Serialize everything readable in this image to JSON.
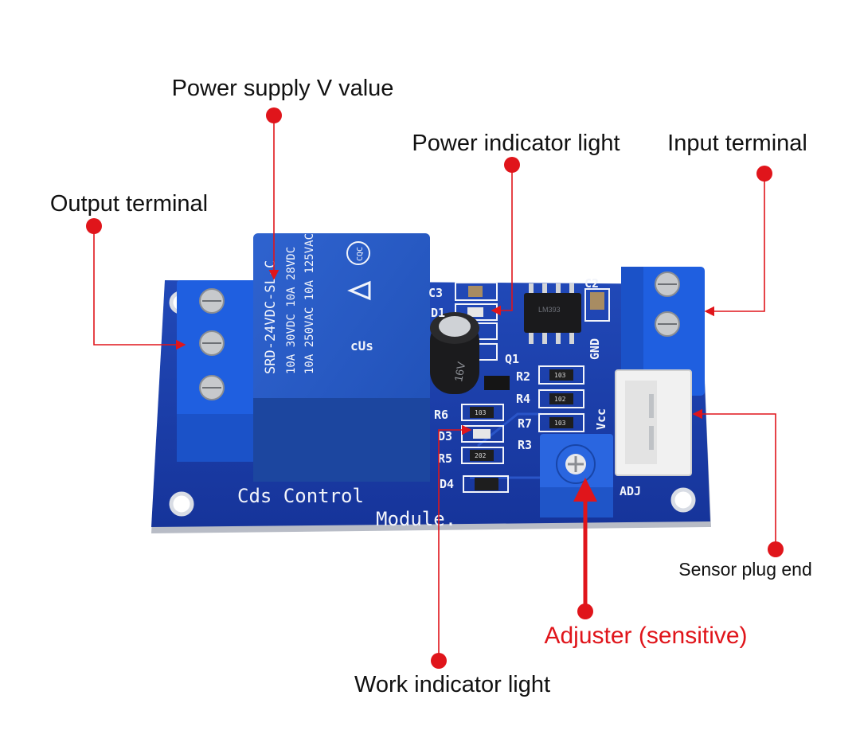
{
  "callouts": {
    "power_supply": "Power supply V value",
    "power_indicator": "Power indicator light",
    "input_terminal": "Input terminal",
    "output_terminal": "Output terminal",
    "sensor_plug": "Sensor plug end",
    "adjuster": "Adjuster (sensitive)",
    "work_indicator": "Work indicator light"
  },
  "board": {
    "title_line1": "Cds Control",
    "title_line2": "Module.",
    "relay_lines": [
      "10A 250VAC 10A 125VAC",
      "10A 30VDC 10A 28VDC",
      "SRD-24VDC-SL-C"
    ],
    "relay_logo": "CQC",
    "capacitor_text": "16V",
    "ic_text": "LM393",
    "silk_labels": [
      "C3",
      "D1",
      "C2",
      "Q1",
      "R2",
      "R4",
      "R7",
      "R3",
      "R6",
      "D3",
      "R5",
      "D4",
      "GND",
      "Vcc",
      "ADJ"
    ],
    "resistor_codes": [
      "103",
      "102",
      "103",
      "103",
      "202"
    ]
  },
  "colors": {
    "callout_red": "#e0151b",
    "pcb_blue": "#1a3fa6",
    "relay_blue": "#2356c0",
    "terminal_blue": "#1f5fe0"
  }
}
